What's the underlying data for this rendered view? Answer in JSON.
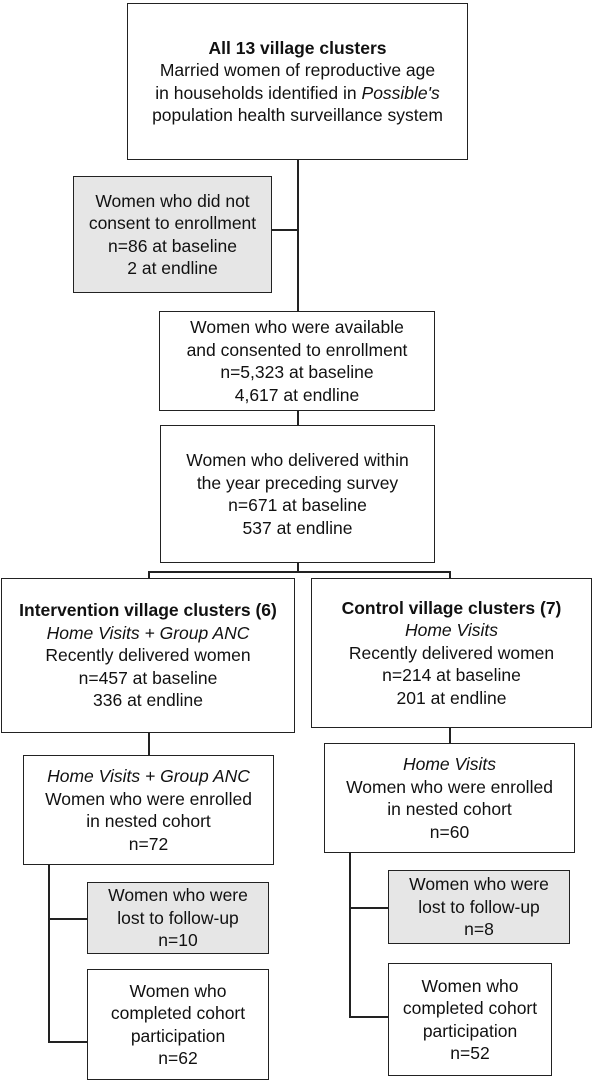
{
  "top": {
    "title": "All 13 village clusters",
    "line1": "Married women of reproductive age",
    "line2": "in households identified in",
    "line2_italic": "Possible's",
    "line3": "population health surveillance system"
  },
  "no_consent": {
    "line1": "Women who did not",
    "line2": "consent to enrollment",
    "line3": "n=86 at baseline",
    "line4": "2 at endline"
  },
  "consented": {
    "line1": "Women who were available",
    "line2": "and consented to enrollment",
    "line3": "n=5,323 at baseline",
    "line4": "4,617 at endline"
  },
  "delivered": {
    "line1": "Women who delivered within",
    "line2": "the year preceding survey",
    "line3": "n=671 at baseline",
    "line4": "537 at endline"
  },
  "intervention": {
    "title": "Intervention village clusters (6)",
    "arm": "Home Visits + Group ANC",
    "line1": "Recently delivered women",
    "line2": "n=457 at baseline",
    "line3": "336 at endline"
  },
  "control": {
    "title": "Control village clusters (7)",
    "arm": "Home Visits",
    "line1": "Recently delivered women",
    "line2": "n=214 at baseline",
    "line3": "201 at endline"
  },
  "int_cohort": {
    "arm": "Home Visits + Group ANC",
    "line1": "Women who were enrolled",
    "line2": "in nested cohort",
    "line3": "n=72"
  },
  "ctl_cohort": {
    "arm": "Home Visits",
    "line1": "Women who were enrolled",
    "line2": "in nested cohort",
    "line3": "n=60"
  },
  "int_lost": {
    "line1": "Women who were",
    "line2": "lost to follow-up",
    "line3": "n=10"
  },
  "ctl_lost": {
    "line1": "Women who were",
    "line2": "lost to follow-up",
    "line3": "n=8"
  },
  "int_completed": {
    "line1": "Women who",
    "line2": "completed cohort",
    "line3": "participation",
    "line4": "n=62"
  },
  "ctl_completed": {
    "line1": "Women who",
    "line2": "completed cohort",
    "line3": "participation",
    "line4": "n=52"
  }
}
